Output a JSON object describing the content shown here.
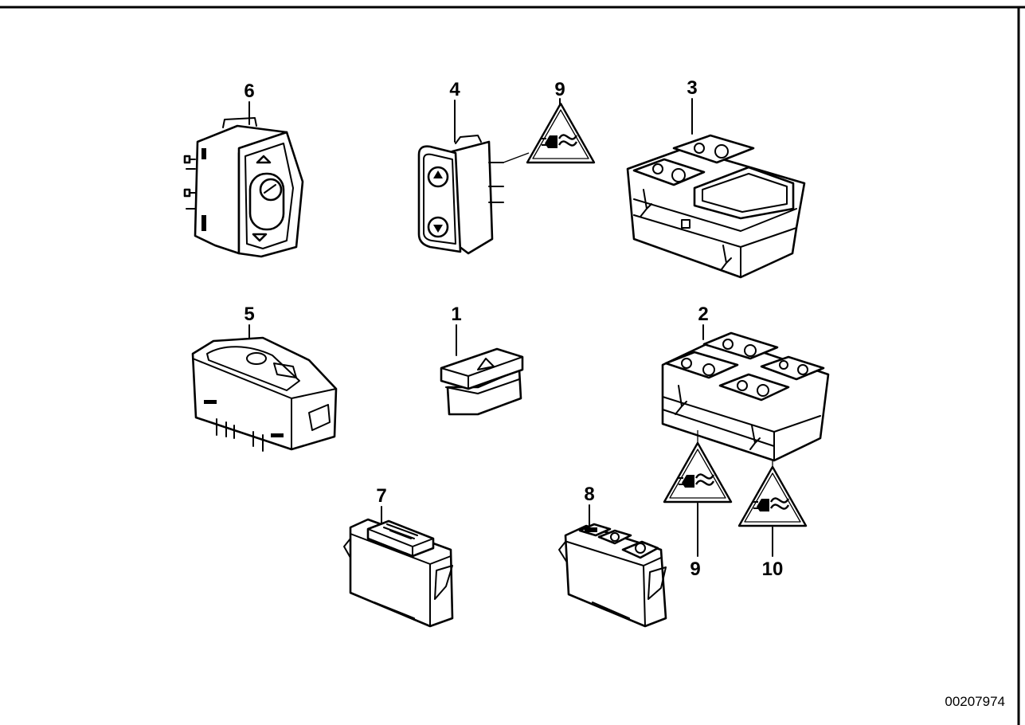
{
  "diagram": {
    "document_number": "00207974",
    "parts": [
      {
        "id": "part-1",
        "label": "1"
      },
      {
        "id": "part-2",
        "label": "2"
      },
      {
        "id": "part-3",
        "label": "3"
      },
      {
        "id": "part-4",
        "label": "4"
      },
      {
        "id": "part-5",
        "label": "5"
      },
      {
        "id": "part-6",
        "label": "6"
      },
      {
        "id": "part-7",
        "label": "7"
      },
      {
        "id": "part-8",
        "label": "8"
      }
    ],
    "connector_symbols": [
      {
        "id": "connector-9-top",
        "label": "9",
        "icon": "connector-warning-icon"
      },
      {
        "id": "connector-9-bottom",
        "label": "9",
        "icon": "connector-warning-icon"
      },
      {
        "id": "connector-10",
        "label": "10",
        "icon": "connector-warning-icon"
      }
    ]
  }
}
